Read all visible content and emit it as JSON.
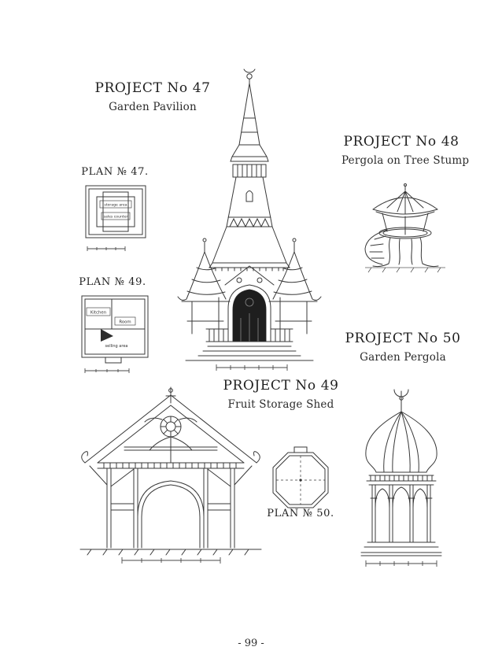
{
  "page": {
    "number": "- 99 -"
  },
  "projects": {
    "p47": {
      "title": "PROJECT No 47",
      "subtitle": "Garden Pavilion"
    },
    "p48": {
      "title": "PROJECT No 48",
      "subtitle": "Pergola on Tree Stump"
    },
    "p49": {
      "title": "PROJECT No 49",
      "subtitle": "Fruit Storage Shed"
    },
    "p50": {
      "title": "PROJECT No 50",
      "subtitle": "Garden Pergola"
    }
  },
  "plans": {
    "p47": {
      "label": "PLAN № 47.",
      "annotation1": "storage area",
      "annotation2": "sales counter"
    },
    "p49": {
      "label": "PLAN № 49.",
      "annotation1": "Kitchen",
      "annotation2": "Room",
      "annotation3": "selling area"
    },
    "p50": {
      "label": "PLAN № 50."
    }
  },
  "drawings": {
    "pavilion_elevation": "garden-pavilion-elevation-drawing",
    "pergola_stump": "pergola-on-tree-stump-drawing",
    "fruit_shed": "fruit-storage-shed-elevation-drawing",
    "garden_pergola": "garden-pergola-elevation-drawing",
    "plan47": "plan-47-floor-plan-drawing",
    "plan49": "plan-49-floor-plan-drawing",
    "plan50": "plan-50-floor-plan-drawing"
  },
  "ink_color": "#383838"
}
